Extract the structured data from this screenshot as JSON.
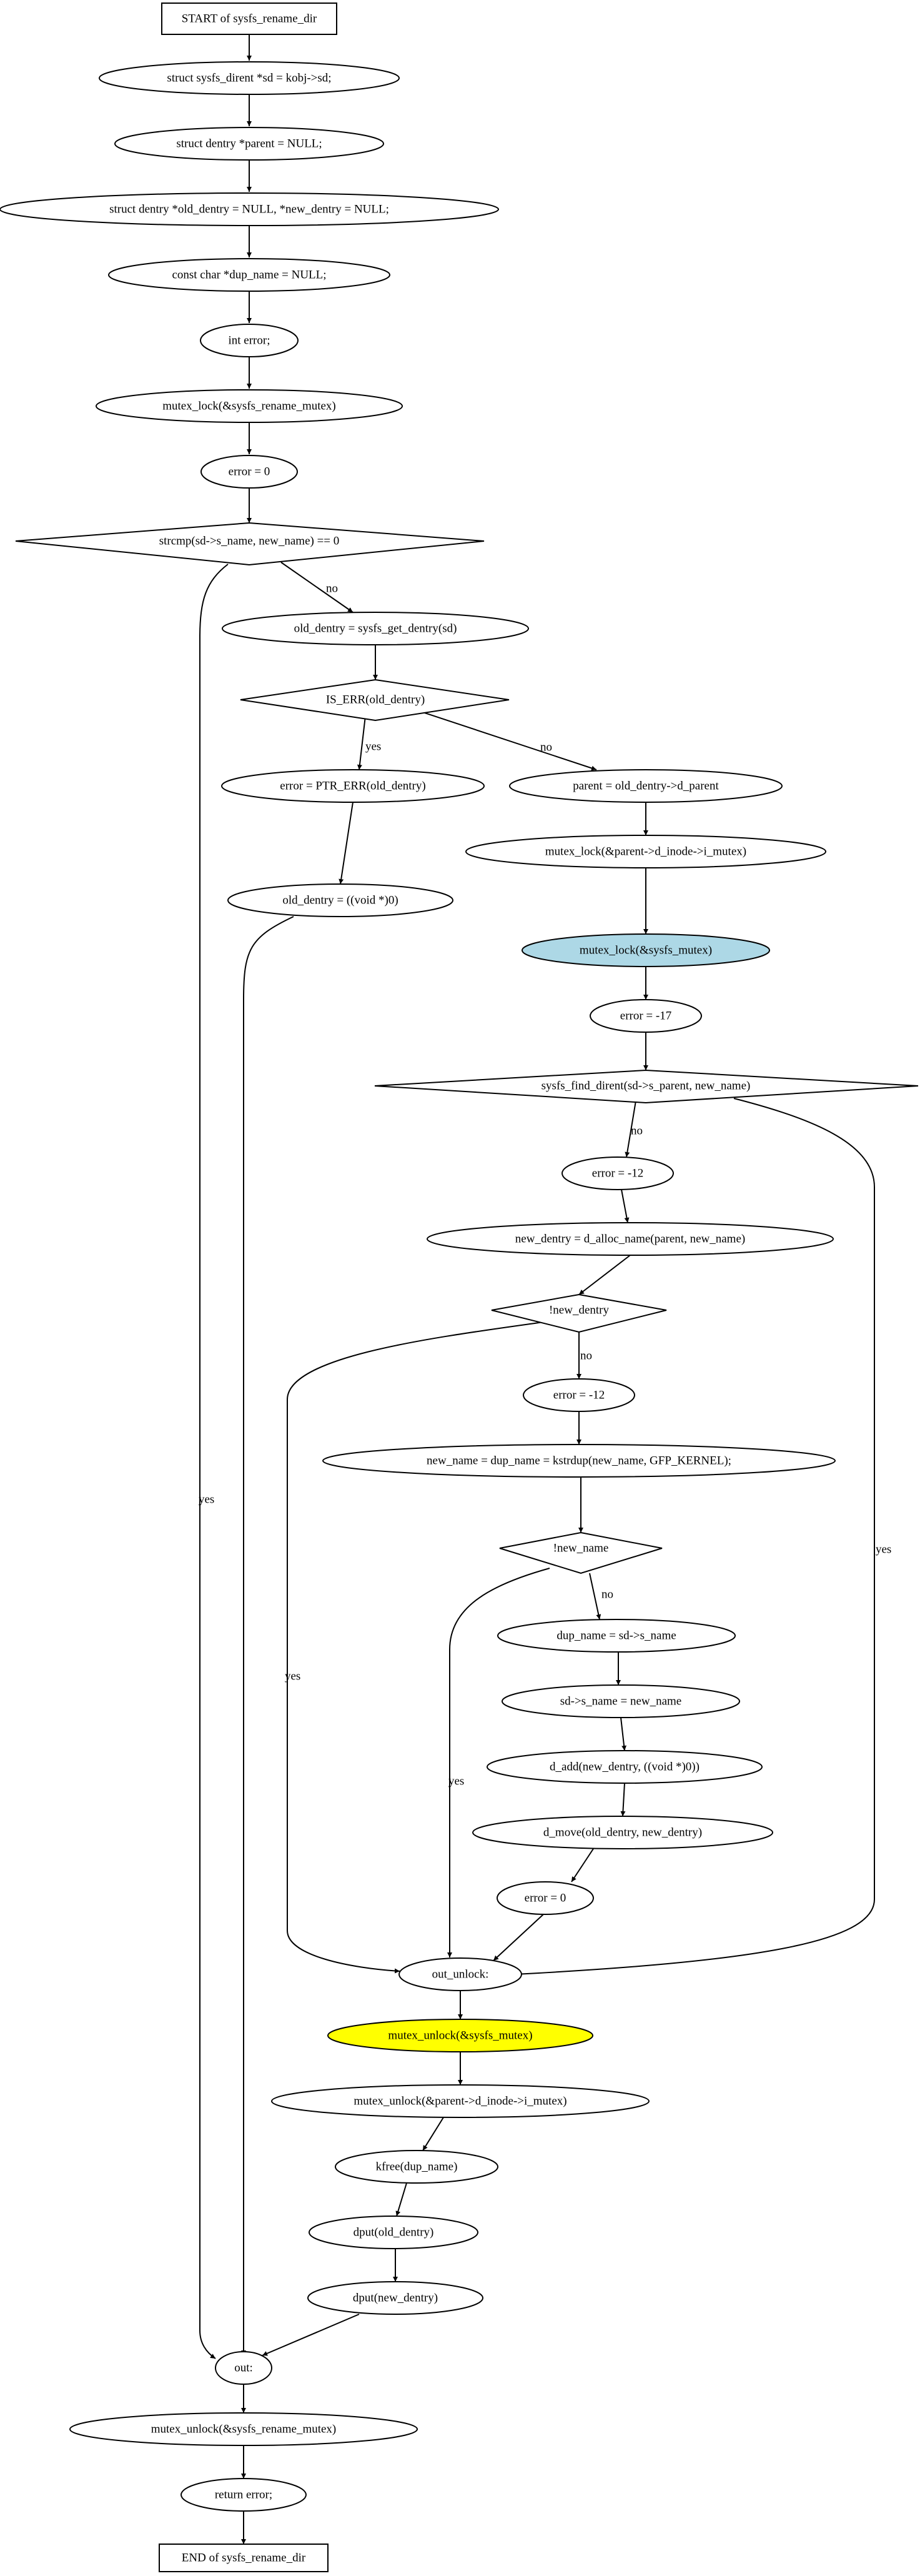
{
  "diagram": {
    "nodes": {
      "start": "START of sysfs_rename_dir",
      "n1": "struct sysfs_dirent *sd = kobj->sd;",
      "n2": "struct dentry *parent = NULL;",
      "n3": "struct dentry *old_dentry = NULL, *new_dentry = NULL;",
      "n4": "const char *dup_name = NULL;",
      "n5": "int error;",
      "n6": "mutex_lock(&sysfs_rename_mutex)",
      "n7": "error = 0",
      "d1": "strcmp(sd->s_name, new_name) == 0",
      "n8": "old_dentry = sysfs_get_dentry(sd)",
      "d2": "IS_ERR(old_dentry)",
      "n9": "error = PTR_ERR(old_dentry)",
      "n10": "old_dentry = ((void *)0)",
      "n11": "parent = old_dentry->d_parent",
      "n12": "mutex_lock(&parent->d_inode->i_mutex)",
      "n13": "mutex_lock(&sysfs_mutex)",
      "n14": "error = -17",
      "d3": "sysfs_find_dirent(sd->s_parent, new_name)",
      "n15": "error = -12",
      "n16": "new_dentry = d_alloc_name(parent, new_name)",
      "d4": "!new_dentry",
      "n17": "error = -12",
      "n18": "new_name = dup_name = kstrdup(new_name, GFP_KERNEL);",
      "d5": "!new_name",
      "n19": "dup_name = sd->s_name",
      "n20": "sd->s_name = new_name",
      "n21": "d_add(new_dentry, ((void *)0))",
      "n22": "d_move(old_dentry, new_dentry)",
      "n23": "error = 0",
      "n24": "out_unlock:",
      "n25": "mutex_unlock(&sysfs_mutex)",
      "n26": "mutex_unlock(&parent->d_inode->i_mutex)",
      "n27": "kfree(dup_name)",
      "n28": "dput(old_dentry)",
      "n29": "dput(new_dentry)",
      "n30": "out:",
      "n31": "mutex_unlock(&sysfs_rename_mutex)",
      "n32": "return error;",
      "end": "END of sysfs_rename_dir"
    },
    "edge_labels": {
      "d1_no": "no",
      "d1_yes": "yes",
      "d2_yes": "yes",
      "d2_no": "no",
      "d3_no": "no",
      "d3_yes": "yes",
      "d4_no": "no",
      "d4_yes": "yes",
      "d5_no": "no",
      "d5_yes": "yes"
    },
    "colors": {
      "highlight_lock": "#add8e6",
      "highlight_unlock": "#ffff00"
    }
  }
}
